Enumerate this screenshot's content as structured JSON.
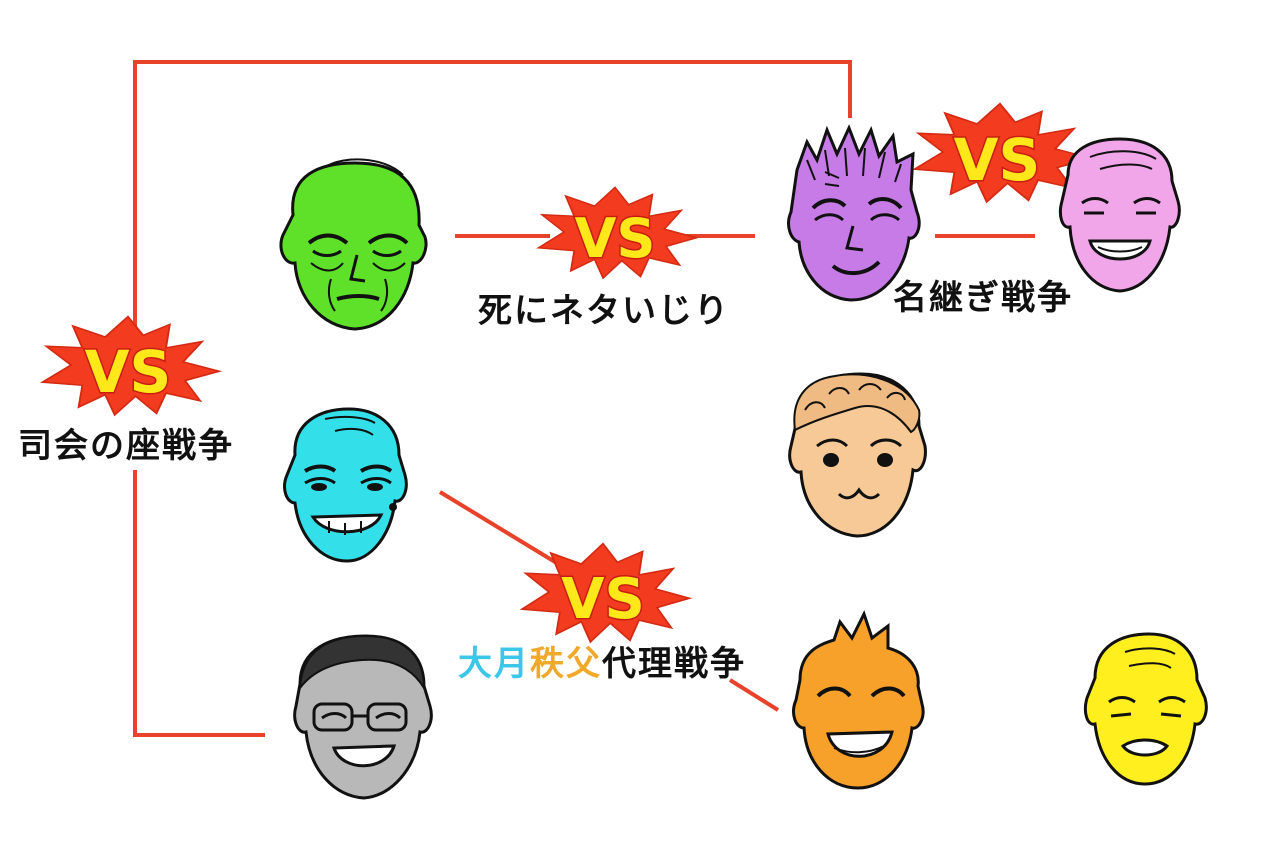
{
  "colors": {
    "line": "#e8432a",
    "burst": "#f23b1f",
    "vs_fill": "#ffe81a",
    "vs_stroke": "#c81e10",
    "text_main": "#111111",
    "oozuki": "#3cc6e8",
    "chichibu": "#f0a92a"
  },
  "vs_badges": [
    {
      "id": "shikai",
      "text": "VS"
    },
    {
      "id": "neta",
      "text": "VS"
    },
    {
      "id": "name",
      "text": "VS"
    },
    {
      "id": "proxy",
      "text": "VS"
    }
  ],
  "labels": {
    "shikai": "司会の座戦争",
    "neta": "死にネタいじり",
    "name": "名継ぎ戦争",
    "proxy_part1": "大月",
    "proxy_part2": "秩父",
    "proxy_part3": "代理戦争"
  },
  "faces": [
    {
      "id": "green",
      "color": "#5fe12a",
      "icon": "elderly-frown-face"
    },
    {
      "id": "purple",
      "color": "#c77be6",
      "icon": "spiky-hair-grin-face"
    },
    {
      "id": "pink",
      "color": "#f2a6ea",
      "icon": "bald-laughing-face"
    },
    {
      "id": "cyan",
      "color": "#33e0ea",
      "icon": "bald-grinning-face"
    },
    {
      "id": "peach",
      "color": "#f7c996",
      "icon": "curly-hair-smile-face"
    },
    {
      "id": "gray",
      "color": "#b8b8b8",
      "icon": "glasses-laughing-face"
    },
    {
      "id": "orange",
      "color": "#f7a12a",
      "icon": "spiky-hair-laughing-face"
    },
    {
      "id": "yellow",
      "color": "#ffef1e",
      "icon": "bald-smiling-face"
    }
  ]
}
